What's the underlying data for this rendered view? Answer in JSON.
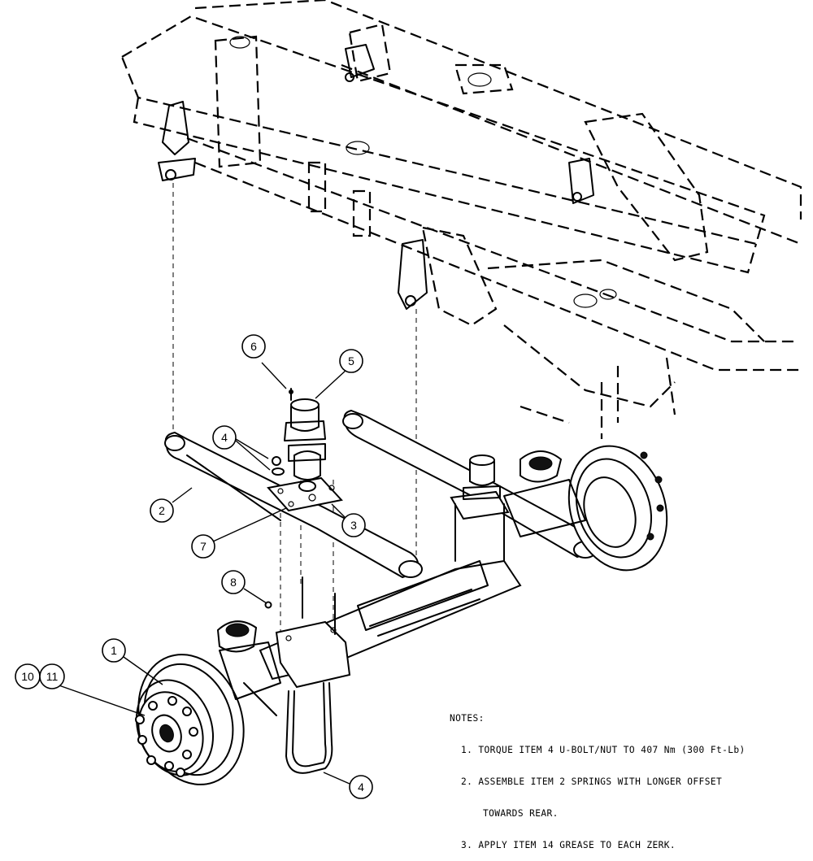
{
  "callouts": {
    "c1": "1",
    "c2": "2",
    "c3": "3",
    "c4a": "4",
    "c4b": "4",
    "c5": "5",
    "c6": "6",
    "c7": "7",
    "c8": "8",
    "c10": "10",
    "c11": "11"
  },
  "notes": {
    "heading": "NOTES:",
    "line1": "1. TORQUE ITEM 4 U-BOLT/NUT TO 407 Nm (300 Ft-Lb)",
    "line2": "2. ASSEMBLE ITEM 2 SPRINGS WITH LONGER OFFSET",
    "line2b": "TOWARDS REAR.",
    "line3": "3. APPLY ITEM 14 GREASE TO EACH ZERK."
  }
}
